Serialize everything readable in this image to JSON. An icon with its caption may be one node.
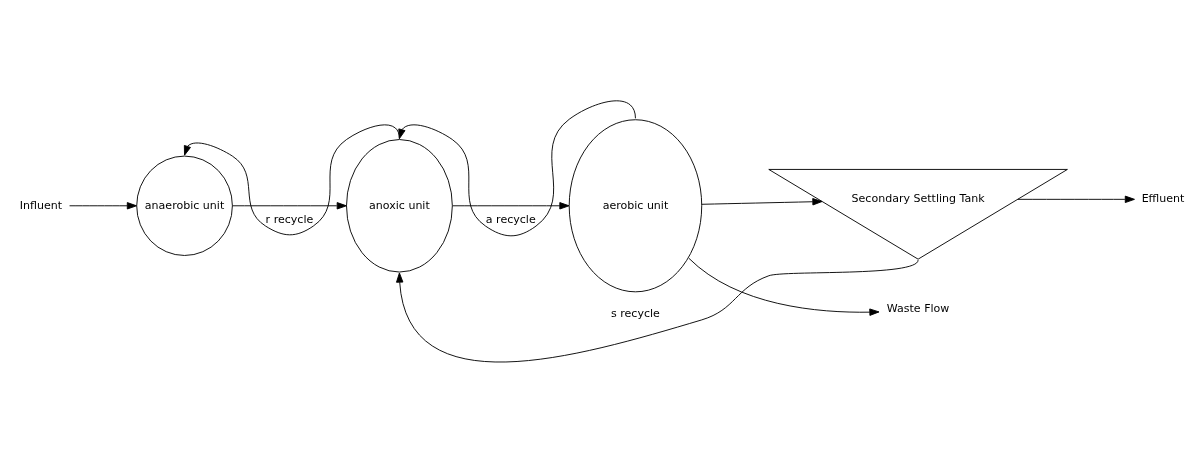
{
  "diagram": {
    "nodes": [
      {
        "text": [
          "Influent"
        ]
      },
      {
        "text": [
          "anaerobic unit"
        ]
      },
      {
        "text": [
          "anoxic unit"
        ]
      },
      {
        "text": [
          "aerobic unit"
        ]
      },
      {
        "text": [
          "Secondary Settling Tank"
        ]
      },
      {
        "text": [
          "Effluent"
        ]
      },
      {
        "text": [
          "Waste Flow"
        ]
      }
    ],
    "edges": [
      {
        "from": 0,
        "to": 1,
        "arrow": "to"
      },
      {
        "from": 1,
        "to": 2,
        "arrow": "to"
      },
      {
        "from": 2,
        "to": 1,
        "arrow": "to",
        "label": "r recycle"
      },
      {
        "from": 2,
        "to": 3,
        "arrow": "to"
      },
      {
        "from": 3,
        "to": 2,
        "arrow": "to",
        "label": "a recycle"
      },
      {
        "from": 3,
        "to": 4,
        "arrow": "to"
      },
      {
        "from": 4,
        "to": 5,
        "arrow": "to"
      },
      {
        "from": 3,
        "to": 6,
        "arrow": "to"
      },
      {
        "from": 4,
        "to": 2,
        "arrow": "to",
        "label": "s recycle"
      }
    ]
  }
}
